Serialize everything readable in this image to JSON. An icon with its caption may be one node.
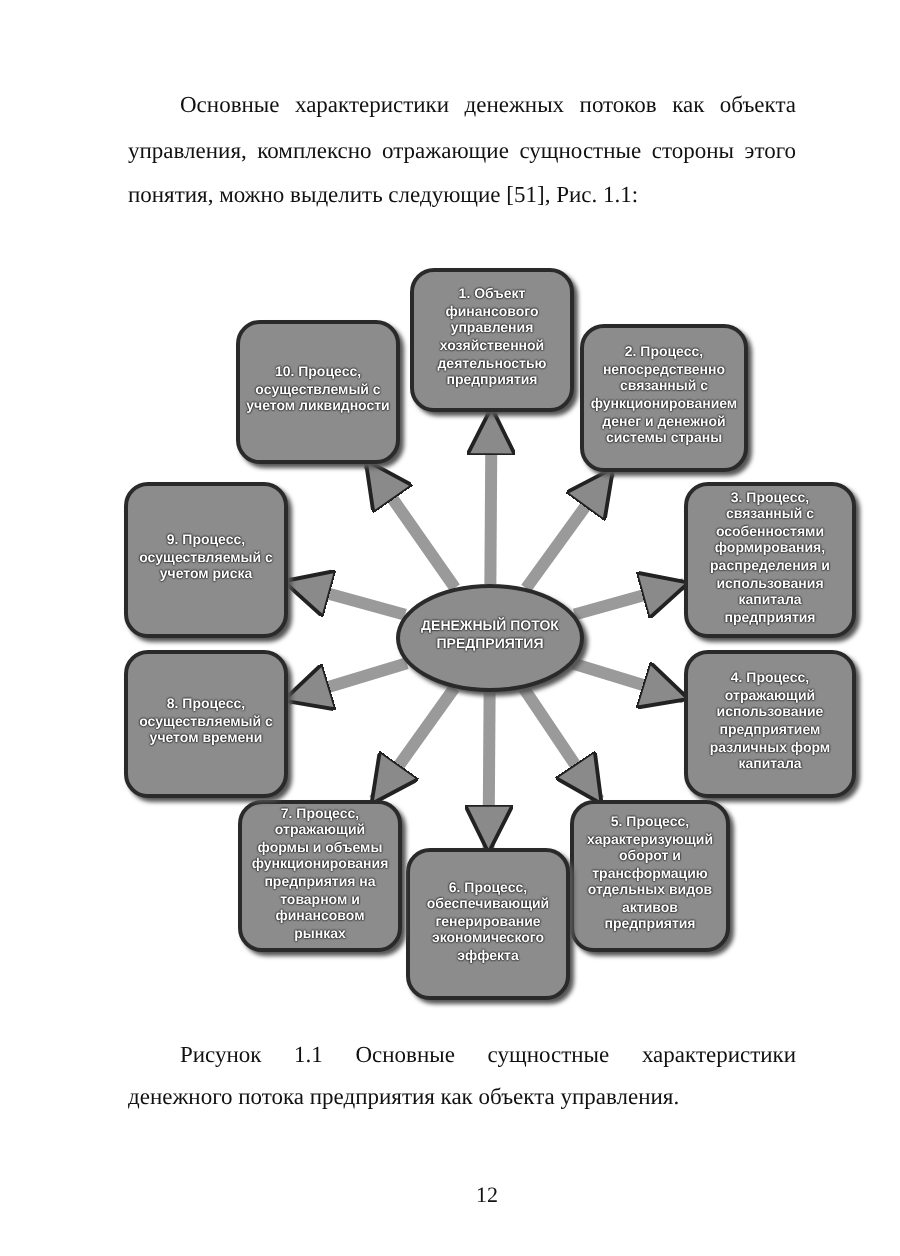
{
  "diagram": {
    "caption": "Рисунок 1.1 Основные сущностные характеристики денежного потока предприятия как объекта управления.",
    "nodes": [
      {
        "text": [
          "ДЕНЕЖНЫЙ ПОТОК ПРЕДПРИЯТИЯ"
        ]
      },
      {
        "text": [
          "1. Объект финансового управления хозяйственной деятельностью предприятия"
        ]
      },
      {
        "text": [
          "2. Процесс, непосредственно связанный с функционированием денег и денежной системы страны"
        ]
      },
      {
        "text": [
          "3. Процесс, связанный с особенностями формирования, распределения и использования капитала предприятия"
        ]
      },
      {
        "text": [
          "4. Процесс, отражающий использование предприятием различных форм капитала"
        ]
      },
      {
        "text": [
          "5. Процесс, характеризующий оборот и трансформацию отдельных видов активов предприятия"
        ]
      },
      {
        "text": [
          "6. Процесс, обеспечивающий генерирование экономического эффекта"
        ]
      },
      {
        "text": [
          "7. Процесс, отражающий формы и объемы функционирования предприятия на товарном и финансовом рынках"
        ]
      },
      {
        "text": [
          "8. Процесс, осуществляемый с учетом времени"
        ]
      },
      {
        "text": [
          "9. Процесс, осуществляемый с учетом риска"
        ]
      },
      {
        "text": [
          "10. Процесс, осуществлемый с учетом ликвидности"
        ]
      }
    ],
    "edges": [
      {
        "from": 0,
        "to": 1,
        "arrow": "to"
      },
      {
        "from": 0,
        "to": 2,
        "arrow": "to"
      },
      {
        "from": 0,
        "to": 3,
        "arrow": "to"
      },
      {
        "from": 0,
        "to": 4,
        "arrow": "to"
      },
      {
        "from": 0,
        "to": 5,
        "arrow": "to"
      },
      {
        "from": 0,
        "to": 6,
        "arrow": "to"
      },
      {
        "from": 0,
        "to": 7,
        "arrow": "to"
      },
      {
        "from": 0,
        "to": 8,
        "arrow": "to"
      },
      {
        "from": 0,
        "to": 9,
        "arrow": "to"
      },
      {
        "from": 0,
        "to": 10,
        "arrow": "to"
      }
    ],
    "labels": [
      "Основные характеристики денежных потоков как объекта управления, комплексно отражающие сущностные стороны этого понятия, можно выделить следующие [51], Рис. 1.1:",
      "12"
    ]
  }
}
